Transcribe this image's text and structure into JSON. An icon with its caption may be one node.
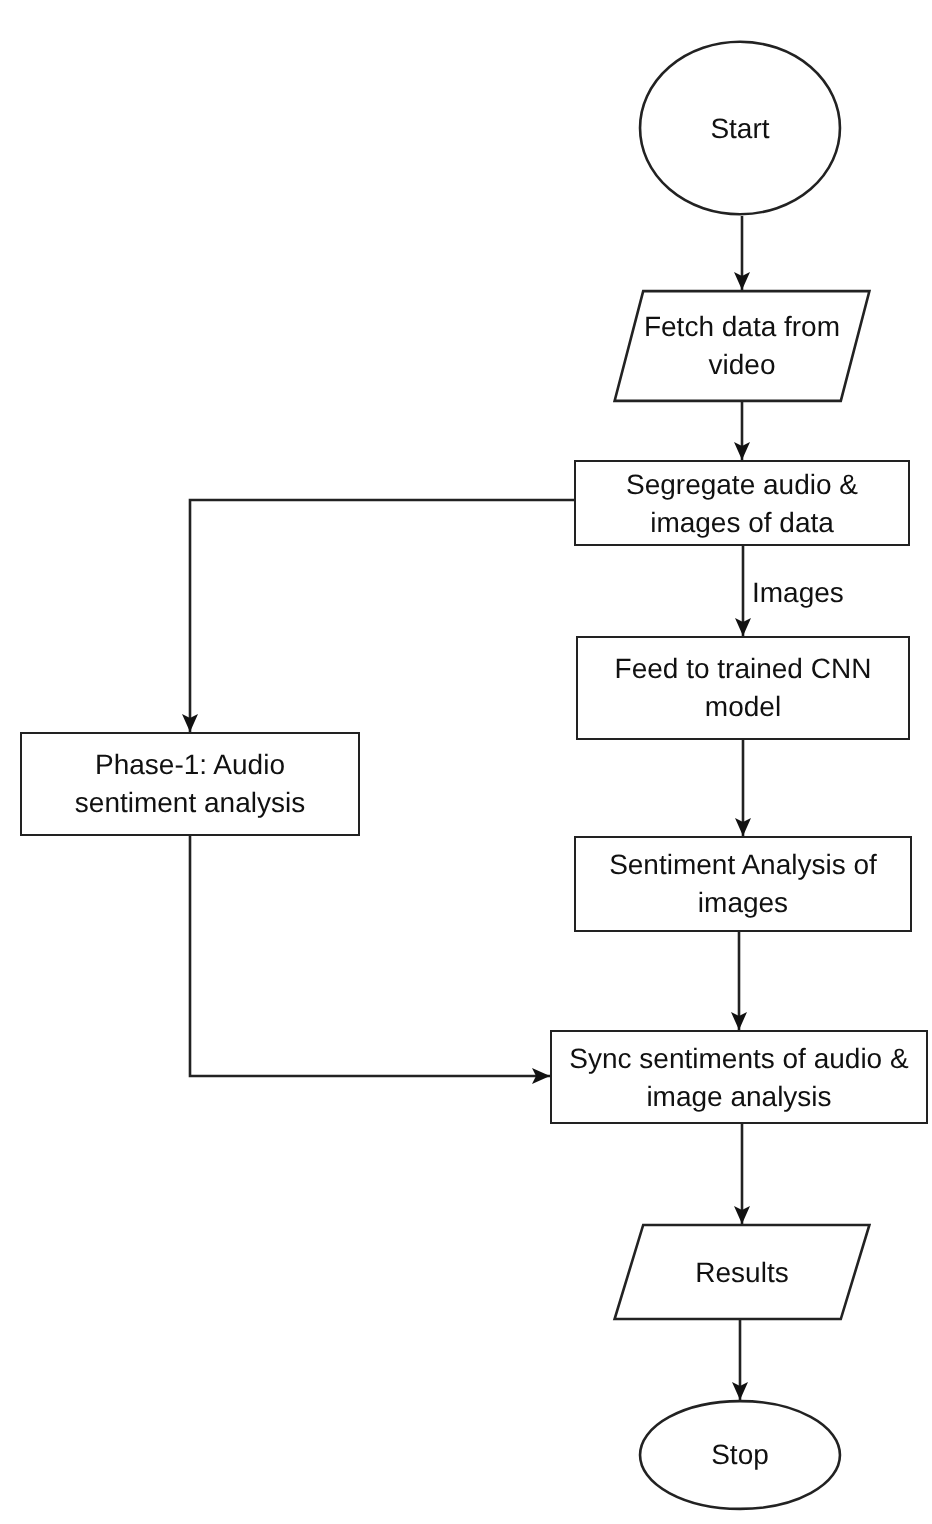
{
  "diagram": {
    "nodes": [
      {
        "text": [
          "Start"
        ]
      },
      {
        "text": [
          "Fetch data from video"
        ]
      },
      {
        "text": [
          "Segregate audio & images of data"
        ]
      },
      {
        "text": [
          "Feed to trained CNN model"
        ]
      },
      {
        "text": [
          "Phase-1: Audio sentiment analysis"
        ]
      },
      {
        "text": [
          "Sentiment Analysis of images"
        ]
      },
      {
        "text": [
          "Sync sentiments of audio & image analysis"
        ]
      },
      {
        "text": [
          "Results"
        ]
      },
      {
        "text": [
          "Stop"
        ]
      }
    ],
    "edges": [
      {
        "from": 0,
        "to": 1,
        "arrow": "to"
      },
      {
        "from": 1,
        "to": 2,
        "arrow": "to"
      },
      {
        "from": 2,
        "to": 3,
        "arrow": "to",
        "label": "Images"
      },
      {
        "from": 2,
        "to": 4,
        "arrow": "to"
      },
      {
        "from": 3,
        "to": 5,
        "arrow": "to"
      },
      {
        "from": 5,
        "to": 6,
        "arrow": "to"
      },
      {
        "from": 4,
        "to": 6,
        "arrow": "to"
      },
      {
        "from": 6,
        "to": 7,
        "arrow": "to"
      },
      {
        "from": 7,
        "to": 8,
        "arrow": "to"
      }
    ]
  }
}
